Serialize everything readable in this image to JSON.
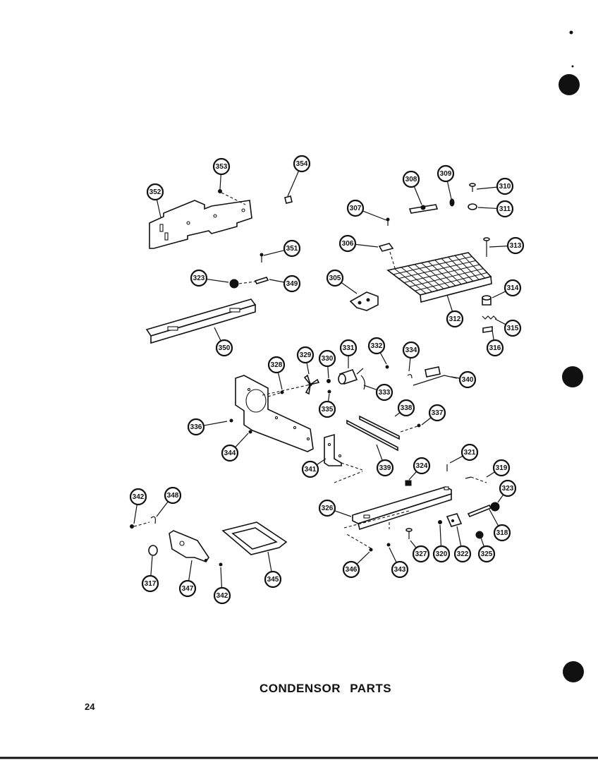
{
  "page": {
    "title": "CONDENSOR PARTS",
    "page_number": "24"
  },
  "callouts": [
    "353",
    "354",
    "352",
    "308",
    "309",
    "310",
    "311",
    "307",
    "306",
    "313",
    "351",
    "323",
    "349",
    "305",
    "314",
    "312",
    "315",
    "316",
    "350",
    "328",
    "329",
    "330",
    "331",
    "332",
    "334",
    "340",
    "333",
    "335",
    "338",
    "337",
    "336",
    "344",
    "339",
    "341",
    "324",
    "321",
    "319",
    "323",
    "326",
    "318",
    "342",
    "348",
    "317",
    "320",
    "322",
    "325",
    "327",
    "343",
    "346",
    "347",
    "345",
    "342"
  ]
}
